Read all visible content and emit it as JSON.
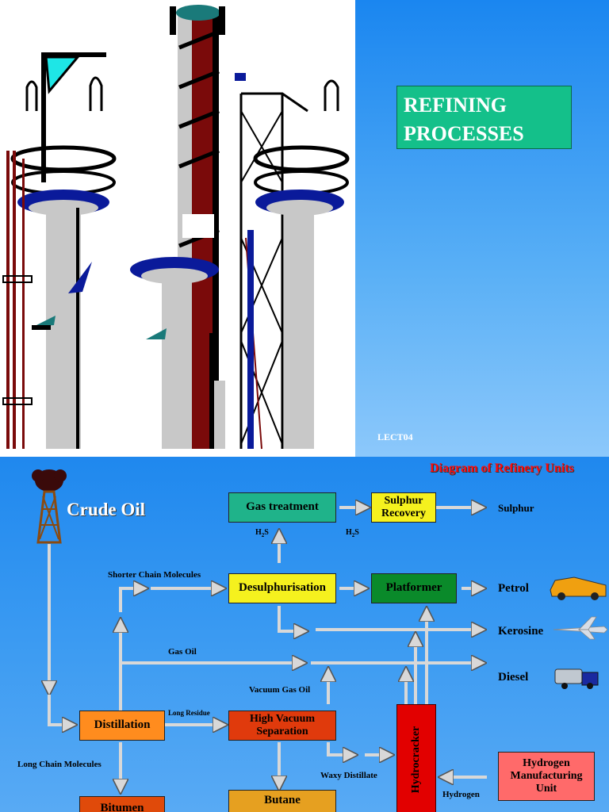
{
  "slide1": {
    "title": "REFINING PROCESSES",
    "footer": "LECT04",
    "illustration_icon": "refinery-towers-icon"
  },
  "slide2": {
    "heading": "Diagram of Refinery Units",
    "crude_oil": "Crude Oil",
    "boxes": {
      "gas_treatment": "Gas treatment",
      "sulphur_recovery": "Sulphur Recovery",
      "desulphurisation": "Desulphurisation",
      "platformer": "Platformer",
      "distillation": "Distillation",
      "high_vacuum": "High Vacuum Separation",
      "hydrocracker": "Hydrocracker",
      "hydrogen_unit": "Hydrogen Manufacturing Unit",
      "bitumen": "Bitumen",
      "butane": "Butane"
    },
    "flow_labels": {
      "h2s_left": "H",
      "h2s_right": "H",
      "h2s_sub": "2",
      "h2s_tail": "S",
      "shorter_chain": "Shorter Chain Molecules",
      "gas_oil": "Gas Oil",
      "vacuum_gas_oil": "Vacuum Gas Oil",
      "long_residue": "Long Residue",
      "long_chain": "Long Chain Molecules",
      "waxy_distillate": "Waxy Distillate",
      "hydrogen": "Hydrogen"
    },
    "products": {
      "sulphur": "Sulphur",
      "petrol": "Petrol",
      "kerosine": "Kerosine",
      "diesel": "Diesel"
    },
    "colors": {
      "gas_treatment": "#1fb38a",
      "yellow": "#f5f11e",
      "platformer": "#0a8a2a",
      "distillation": "#ff8c1e",
      "high_vacuum": "#e03a0c",
      "hydrogen_unit": "#ff6a6a",
      "hydrocracker": "#e20000",
      "butane": "#e6a020"
    }
  }
}
